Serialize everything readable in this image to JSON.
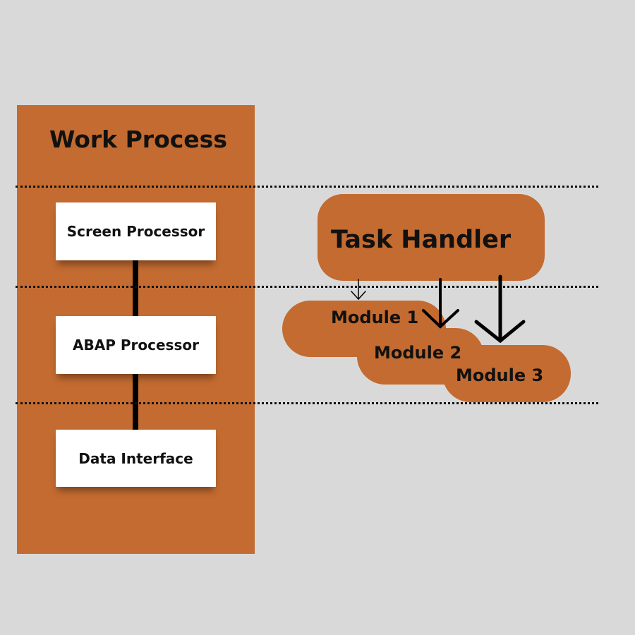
{
  "work_process": {
    "title": "Work Process",
    "layers": [
      {
        "label": "Screen Processor"
      },
      {
        "label": "ABAP Processor"
      },
      {
        "label": "Data Interface"
      }
    ]
  },
  "task_handler": {
    "title": "Task Handler",
    "modules": [
      {
        "label": "Module 1"
      },
      {
        "label": "Module 2"
      },
      {
        "label": "Module 3"
      }
    ]
  },
  "colors": {
    "background": "#d9d9d9",
    "panel": "#c36b30",
    "box": "#ffffff",
    "text": "#111111"
  }
}
